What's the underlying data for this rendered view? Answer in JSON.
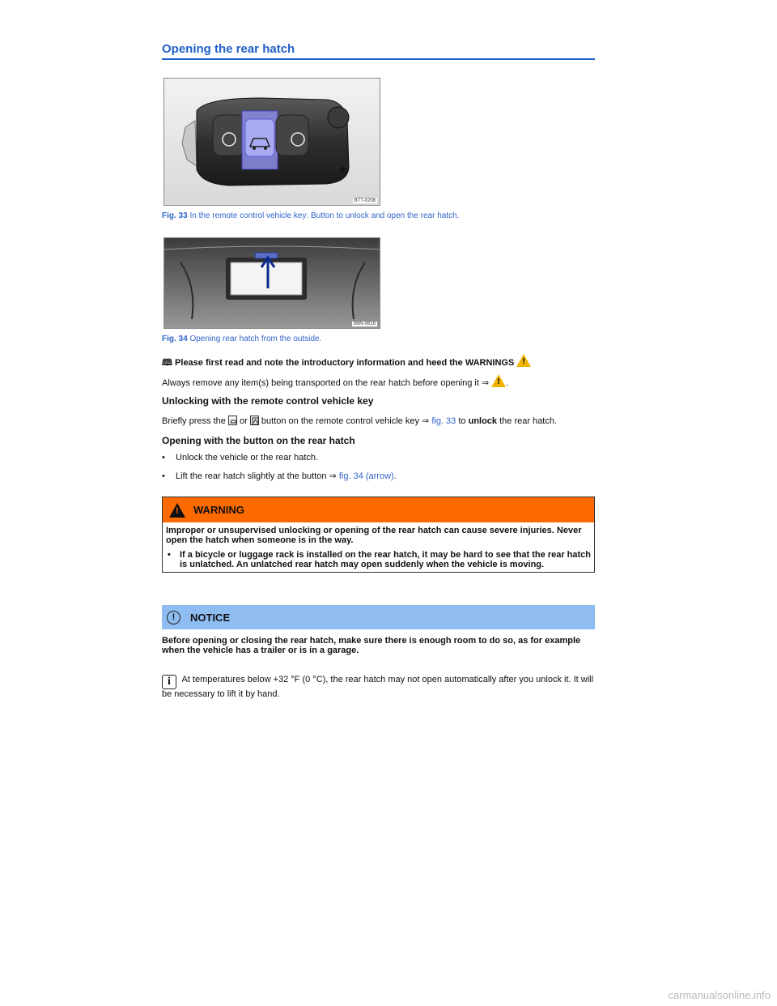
{
  "section": {
    "title": "Opening the rear hatch"
  },
  "figures": {
    "fig33": {
      "code": "BTT-0208",
      "label": "Fig. 33",
      "caption": "In the remote control vehicle key: Button to unlock and open the rear hatch."
    },
    "fig34": {
      "code": "B6N-0818",
      "label": "Fig. 34",
      "caption": "Opening rear hatch from the outside."
    }
  },
  "text": {
    "intro": "Please first read and note the introductory information and heed the WARNINGS",
    "remove_pre": "Always remove any item(s) being transported on the rear hatch before opening it ⇒",
    "remove_post": ".",
    "heading_unlock": "Unlocking with the remote control vehicle key",
    "brief_1": "Briefly press the",
    "brief_or": "or",
    "brief_2": "button on the remote control vehicle key ⇒",
    "brief_link": "fig. 33",
    "brief_3": "to",
    "brief_bold": "unlock",
    "brief_4": "the rear hatch.",
    "heading_open": "Opening with the button on the rear hatch",
    "bullet1": "Unlock the vehicle or the rear hatch.",
    "bullet2_pre": "Lift the rear hatch slightly at the button ⇒",
    "bullet2_link": "fig. 34 (arrow)",
    "bullet2_post": "."
  },
  "warning": {
    "label": "WARNING",
    "para1": "Improper or unsupervised unlocking or opening of the rear hatch can cause severe injuries. Never open the hatch when someone is in the way.",
    "bullet": "If a bicycle or luggage rack is installed on the rear hatch, it may be hard to see that the rear hatch is unlatched. An unlatched rear hatch may open suddenly when the vehicle is moving."
  },
  "notice": {
    "label": "NOTICE",
    "body": "Before opening or closing the rear hatch, make sure there is enough room to do so, as for example when the vehicle has a trailer or is in a garage."
  },
  "tip": {
    "body": "At temperatures below +32 °F (0 °C), the rear hatch may not open automatically after you unlock it. It will be necessary to lift it by hand."
  },
  "watermark": "carmanualsonline.info",
  "colors": {
    "accent": "#1f5fc8",
    "warning": "#ff6a00",
    "notice": "#8fbdf2"
  }
}
